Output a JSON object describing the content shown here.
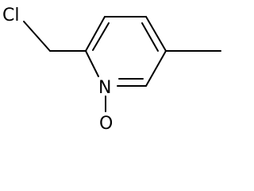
{
  "atoms": {
    "chlorine": "Cl",
    "nitrogen": "N",
    "oxygen": "O"
  },
  "colors": {
    "bond": "#000000",
    "label": "#000000",
    "background": "#ffffff"
  }
}
